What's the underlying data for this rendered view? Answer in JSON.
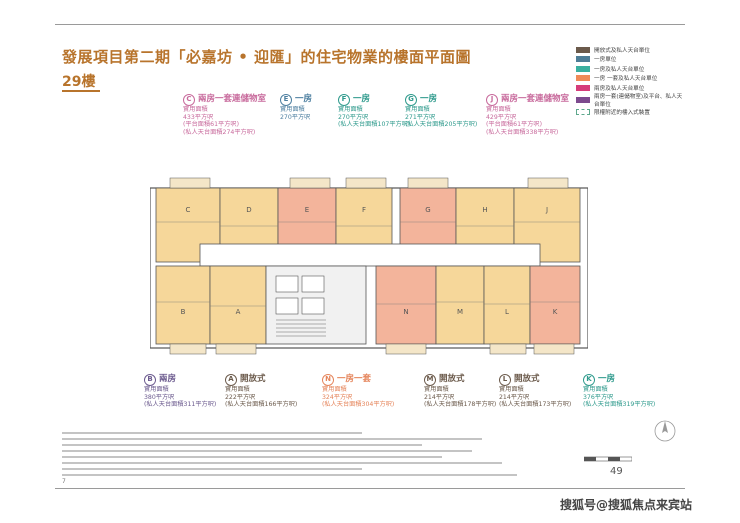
{
  "header": {
    "title": "發展項目第二期「必嘉坊 • 迎匯」的住宅物業的樓面平面圖",
    "floor": "29樓"
  },
  "legend": [
    {
      "label": "開放式及私人天台單位",
      "color": "#6b5a4b"
    },
    {
      "label": "一房單位",
      "color": "#4e7d96"
    },
    {
      "label": "一房及私人天台單位",
      "color": "#3ab0a0"
    },
    {
      "label": "一房 一套及私人天台單位",
      "color": "#f08a58"
    },
    {
      "label": "兩房及私人天台單位",
      "color": "#d63c7a"
    },
    {
      "label": "兩房一套(連儲物室)及平台、私人天台單位",
      "color": "#7d4a8e"
    },
    {
      "label": "限權附近的樓入式裝置",
      "color": "dashed"
    }
  ],
  "units_top": [
    {
      "letter": "C",
      "name": "兩房一套連儲物室",
      "l1": "實用面積",
      "l2": "433平方呎",
      "l3": "(平台面積61平方呎)",
      "l4": "(私人天台面積274平方呎)",
      "color": "#c86a9c"
    },
    {
      "letter": "E",
      "name": "一房",
      "l1": "實用面積",
      "l2": "270平方呎",
      "l3": "",
      "l4": "",
      "color": "#4d7fa0"
    },
    {
      "letter": "F",
      "name": "一房",
      "l1": "實用面積",
      "l2": "270平方呎",
      "l3": "(私人天台面積107平方呎)",
      "l4": "",
      "color": "#2e9a8c"
    },
    {
      "letter": "G",
      "name": "一房",
      "l1": "實用面積",
      "l2": "271平方呎",
      "l3": "(私人天台面積205平方呎)",
      "l4": "",
      "color": "#2e9a8c"
    },
    {
      "letter": "J",
      "name": "兩房一套連儲物室",
      "l1": "實用面積",
      "l2": "429平方呎",
      "l3": "(平台面積61平方呎)",
      "l4": "(私人天台面積338平方呎)",
      "color": "#c86a9c"
    }
  ],
  "units_bottom": [
    {
      "letter": "B",
      "name": "兩房",
      "l1": "實用面積",
      "l2": "380平方呎",
      "l3": "(私人天台面積311平方呎)",
      "color": "#6b5a8e"
    },
    {
      "letter": "A",
      "name": "開放式",
      "l1": "實用面積",
      "l2": "222平方呎",
      "l3": "(私人天台面積166平方呎)",
      "color": "#6b5a4b"
    },
    {
      "letter": "N",
      "name": "一房一套",
      "l1": "實用面積",
      "l2": "324平方呎",
      "l3": "(私人天台面積304平方呎)",
      "color": "#e5845a"
    },
    {
      "letter": "M",
      "name": "開放式",
      "l1": "實用面積",
      "l2": "214平方呎",
      "l3": "(私人天台面積178平方呎)",
      "color": "#6b5a4b"
    },
    {
      "letter": "L",
      "name": "開放式",
      "l1": "實用面積",
      "l2": "214平方呎",
      "l3": "(私人天台面積173平方呎)",
      "color": "#6b5a4b"
    },
    {
      "letter": "K",
      "name": "一房",
      "l1": "實用面積",
      "l2": "376平方呎",
      "l3": "(私人天台面積319平方呎)",
      "color": "#2e9a8c"
    }
  ],
  "plan_letters": [
    "C",
    "D",
    "E",
    "F",
    "G",
    "H",
    "J",
    "B",
    "A",
    "N",
    "M",
    "L",
    "K"
  ],
  "page_number": "49",
  "left_number": "7",
  "watermark": "搜狐号@搜狐焦点来宾站"
}
